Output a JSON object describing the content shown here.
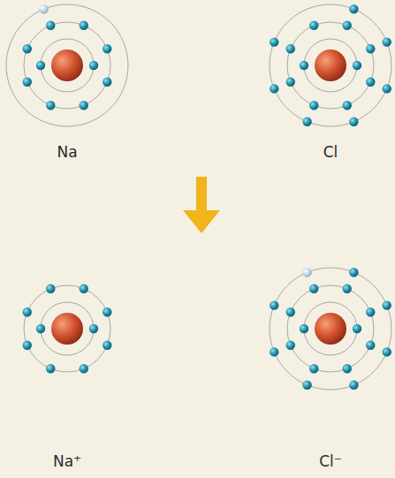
{
  "diagram": {
    "labels": [
      "Na",
      "Cl",
      "Na⁺",
      "Cl⁻"
    ]
  }
}
